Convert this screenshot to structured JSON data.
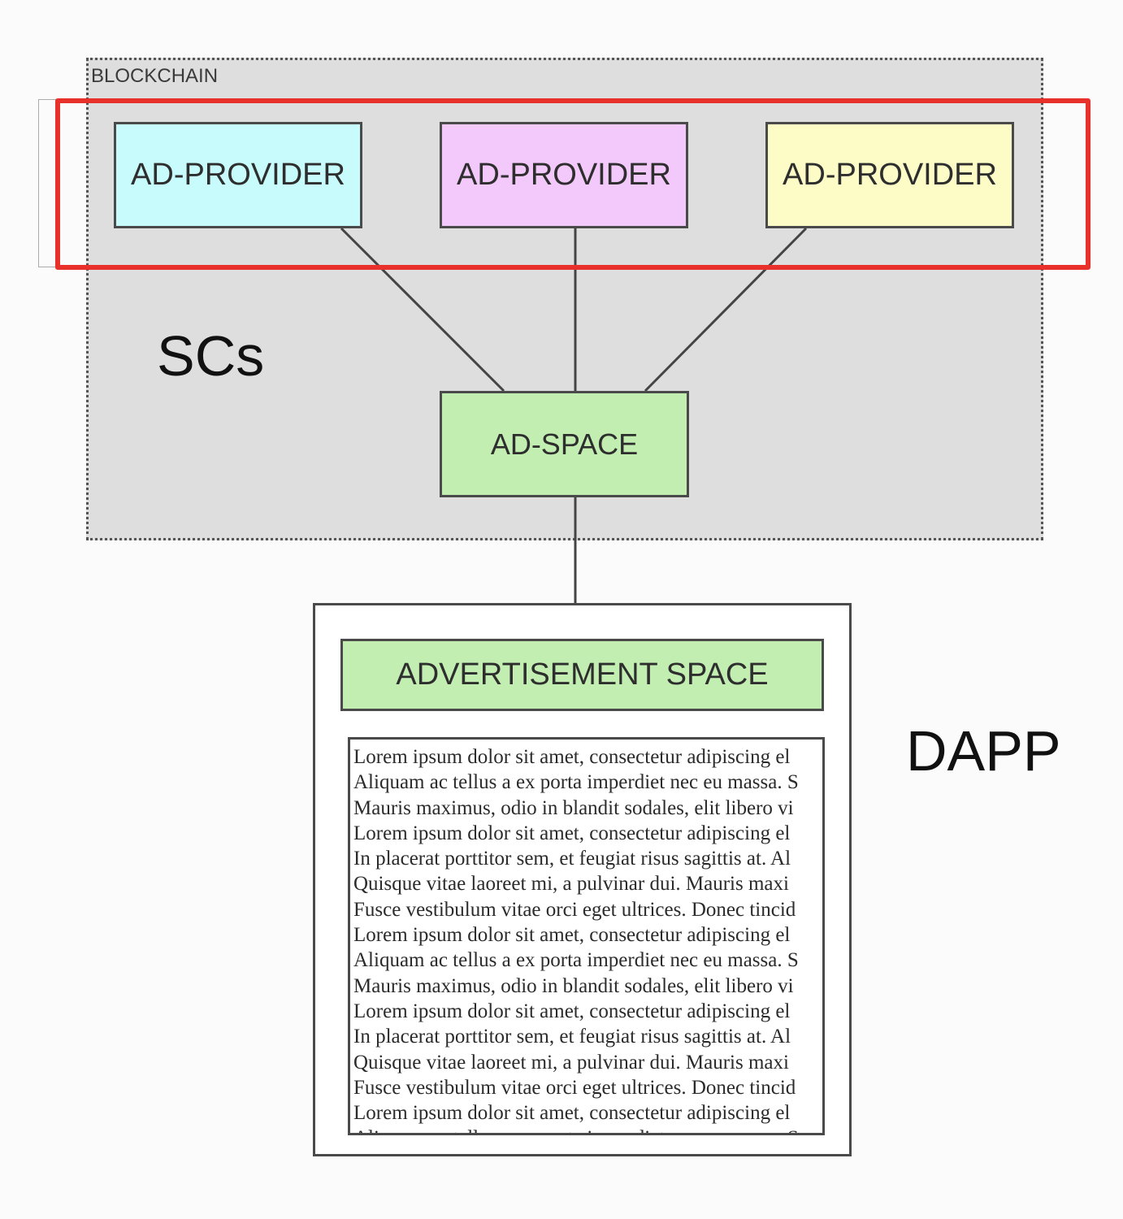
{
  "blockchain": {
    "label": "BLOCKCHAIN"
  },
  "providers": [
    {
      "label": "AD-PROVIDER",
      "color": "#c8fbfb"
    },
    {
      "label": "AD-PROVIDER",
      "color": "#f3c8fa"
    },
    {
      "label": "AD-PROVIDER",
      "color": "#fdfcc7"
    }
  ],
  "scs_label": "SCs",
  "ad_space": {
    "label": "AD-SPACE",
    "color": "#c3eeb2"
  },
  "dapp": {
    "label": "DAPP",
    "advertisement_label": "ADVERTISEMENT SPACE",
    "lines": [
      "Lorem ipsum dolor sit amet, consectetur adipiscing el",
      "Aliquam ac tellus a ex porta imperdiet nec eu massa. S",
      "Mauris maximus, odio in blandit sodales, elit libero vi",
      "Lorem ipsum dolor sit amet, consectetur adipiscing el",
      "In placerat porttitor sem, et feugiat risus sagittis at. Al",
      "Quisque vitae laoreet mi, a pulvinar dui. Mauris maxi",
      "Fusce vestibulum vitae orci eget ultrices. Donec tincid",
      "Lorem ipsum dolor sit amet, consectetur adipiscing el",
      "Aliquam ac tellus a ex porta imperdiet nec eu massa. S",
      "Mauris maximus, odio in blandit sodales, elit libero vi",
      "Lorem ipsum dolor sit amet, consectetur adipiscing el",
      "In placerat porttitor sem, et feugiat risus sagittis at. Al",
      "Quisque vitae laoreet mi, a pulvinar dui. Mauris maxi",
      "Fusce vestibulum vitae orci eget ultrices. Donec tincid",
      "Lorem ipsum dolor sit amet, consectetur adipiscing el",
      "Aliquam ac tellus a ex porta imperdiet nec eu massa. S"
    ]
  },
  "highlight_color": "#e8312a"
}
